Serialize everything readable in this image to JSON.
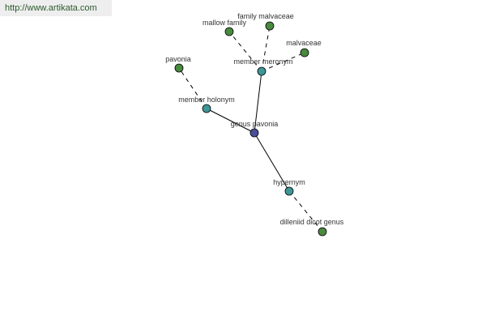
{
  "watermark": {
    "text": "http://www.artikata.com"
  },
  "colors": {
    "root": "#4a4f9a",
    "relation": "#3f9696",
    "leaf": "#4a8a3e"
  },
  "graph": {
    "nodes": [
      {
        "id": "genus",
        "label": "genus pavonia",
        "kind": "root"
      },
      {
        "id": "meronym",
        "label": "member meronym",
        "kind": "relation"
      },
      {
        "id": "holonym",
        "label": "member holonym",
        "kind": "relation"
      },
      {
        "id": "hypernym",
        "label": "hypernym",
        "kind": "relation"
      },
      {
        "id": "mallow",
        "label": "mallow family",
        "kind": "leaf"
      },
      {
        "id": "famMalv",
        "label": "family malvaceae",
        "kind": "leaf"
      },
      {
        "id": "malvaceae",
        "label": "malvaceae",
        "kind": "leaf"
      },
      {
        "id": "pavonia",
        "label": "pavonia",
        "kind": "leaf"
      },
      {
        "id": "dilleniid",
        "label": "dilleniid dicot genus",
        "kind": "leaf"
      }
    ],
    "edges": [
      {
        "from": "genus",
        "to": "meronym",
        "style": "solid"
      },
      {
        "from": "genus",
        "to": "holonym",
        "style": "solid"
      },
      {
        "from": "genus",
        "to": "hypernym",
        "style": "solid"
      },
      {
        "from": "meronym",
        "to": "mallow",
        "style": "dashed"
      },
      {
        "from": "meronym",
        "to": "famMalv",
        "style": "dashed"
      },
      {
        "from": "meronym",
        "to": "malvaceae",
        "style": "dashed"
      },
      {
        "from": "holonym",
        "to": "pavonia",
        "style": "dashed"
      },
      {
        "from": "hypernym",
        "to": "dilleniid",
        "style": "dashed"
      }
    ]
  }
}
